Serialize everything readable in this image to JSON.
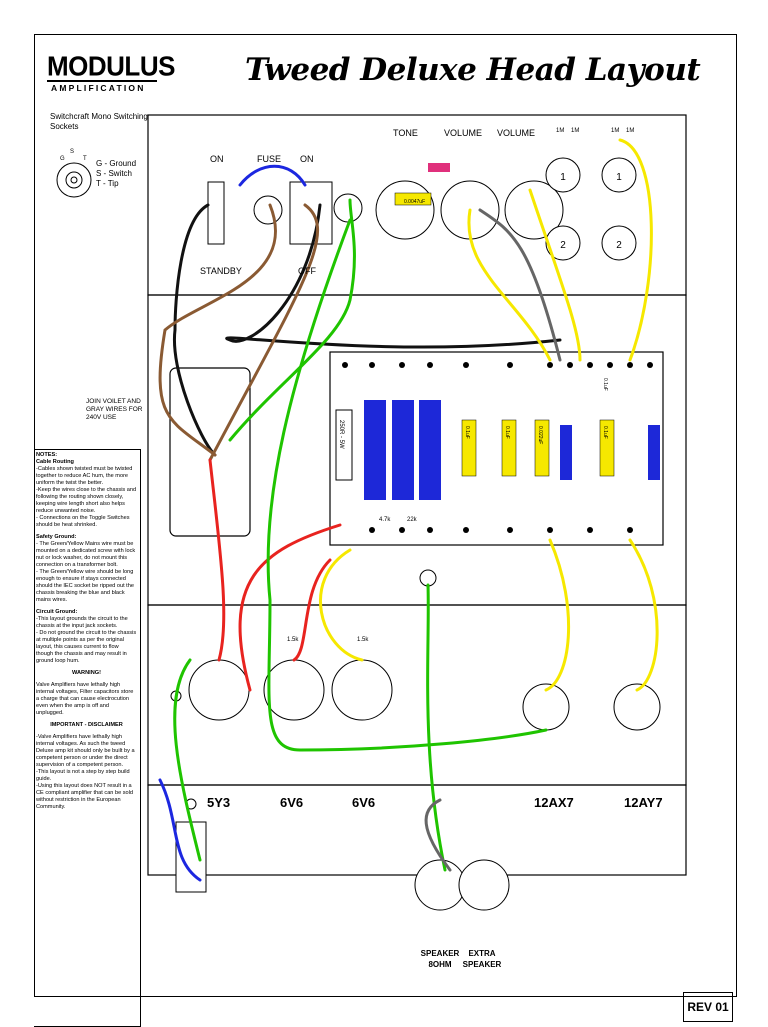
{
  "brand": {
    "name": "MODULUS",
    "sub": "AMPLIFICATION"
  },
  "title": "Tweed Deluxe Head Layout",
  "sockets": {
    "title": "Switchcraft Mono Switching Sockets",
    "g": "G - Ground",
    "s": "S - Switch",
    "t": "T - Tip"
  },
  "switch_labels": {
    "on1": "ON",
    "fuse": "FUSE",
    "on2": "ON",
    "standby": "STANDBY",
    "off": "OFF"
  },
  "pot_labels": {
    "tone": "TONE",
    "volume1": "VOLUME",
    "volume2": "VOLUME"
  },
  "join_note": "JOIN VOILET AND GRAY WIRES FOR 240V USE",
  "tubes": {
    "t1": "5Y3",
    "t2": "6V6",
    "t3": "6V6",
    "t4": "12AX7",
    "t5": "12AY7"
  },
  "speaker": {
    "line1": "SPEAKER",
    "line2": "8OHM"
  },
  "extra": {
    "line1": "EXTRA",
    "line2": "SPEAKER"
  },
  "rev": "REV 01",
  "notes": {
    "title": "NOTES:",
    "cable_h": "Cable Routing",
    "cable_1": "-Cables shown twisted must be twisted together to reduce AC hum, the more uniform the twist the better.",
    "cable_2": "-Keep the wires close to the chassis and following the routing shown closely, keeping wire length short also helps reduce unwanted noise.",
    "cable_3": "- Connections on the Toggle Switches should be heat shrinked.",
    "safety_h": "Safety Ground:",
    "safety_1": "- The Green/Yellow Mains wire must be mounted on a dedicated screw with lock nut or lock washer, do not mount this connection on a transformer bolt.",
    "safety_2": "- The Green/Yellow wire should be long enough to ensure if stays connected should the IEC socket be ripped out the chassis breaking the blue and black mains wires.",
    "circuit_h": "Circuit Ground:",
    "circuit_1": "-This layout grounds the circuit to the chassis at the input jack sockets.",
    "circuit_2": "- Do not ground the circuit to the chassis at multiple points as per the original layout, this causes current to flow though the chassis and may result in ground loop hum.",
    "warning_h": "WARNING!",
    "warning_1": "Valve Amplifiers have lethally high internal voltages, Filter capacitors store a charge that can cause electrocution even when the amp is off and unplugged.",
    "disc_h": "IMPORTANT - DISCLAIMER",
    "disc_1": "-Valve Amplifiers have lethally high internal voltages. As such the tweed Deluxe amp kit should only be built by a competent person or under the direct supervision of a competent person.",
    "disc_2": "-This layout is not a step by step build guide.",
    "disc_3": "-Using this layout does NOT result in a CE compliant amplifier that can be sold without restriction in the European Community."
  },
  "board_components": {
    "cap_main": "0.0047uF",
    "resistor_a": "250R - 5W",
    "res_47k": "4.7k",
    "res_22k": "22k",
    "res_15k_1": "1.5k",
    "res_15k_2": "1.5k",
    "res_1m_1": "1M",
    "res_1m_2": "1M",
    "res_1m_3": "1M",
    "res_1m_4": "1M",
    "cap_01_1": "0.1uF",
    "cap_01_2": "0.1uF",
    "cap_022": "0.022uF",
    "cap_01_3": "0.1uF",
    "cap_01_4": "0.1uF"
  },
  "colors": {
    "red": "#e8231f",
    "green": "#1fc400",
    "yellow": "#f6e800",
    "blue": "#1c27e0",
    "black": "#111111",
    "brown": "#8a5a33",
    "gray": "#666666",
    "cap_blue": "#1d28d8",
    "fuse_pink": "#e0307c"
  }
}
